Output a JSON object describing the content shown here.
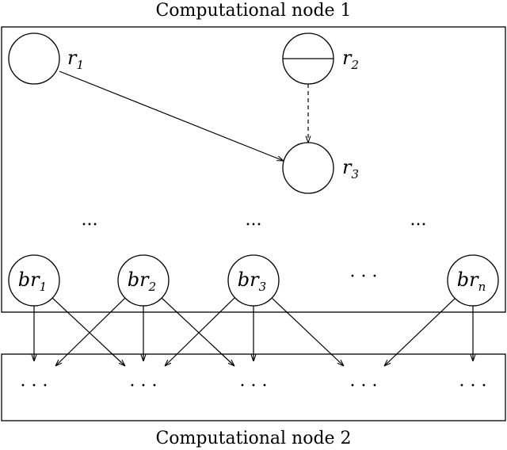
{
  "top_node_title": "Computational node 1",
  "bottom_node_title": "Computational node 2",
  "regular_nodes": [
    {
      "id": "r1",
      "base": "r",
      "sub": "1",
      "split": false
    },
    {
      "id": "r2",
      "base": "r",
      "sub": "2",
      "split": true
    },
    {
      "id": "r3",
      "base": "r",
      "sub": "3",
      "split": false
    }
  ],
  "boundary_nodes": [
    {
      "id": "br1",
      "base": "br",
      "sub": "1"
    },
    {
      "id": "br2",
      "base": "br",
      "sub": "2"
    },
    {
      "id": "br3",
      "base": "br",
      "sub": "3"
    },
    {
      "id": "brn",
      "base": "br",
      "sub": "n"
    }
  ],
  "inner_ellipsis": "...",
  "boundary_ellipsis": "· · ·",
  "bottom_ellipsis": "· · ·",
  "edges": [
    {
      "from": "r1",
      "to": "r3",
      "style": "solid"
    },
    {
      "from": "r2",
      "to": "r3",
      "style": "dashed"
    }
  ]
}
